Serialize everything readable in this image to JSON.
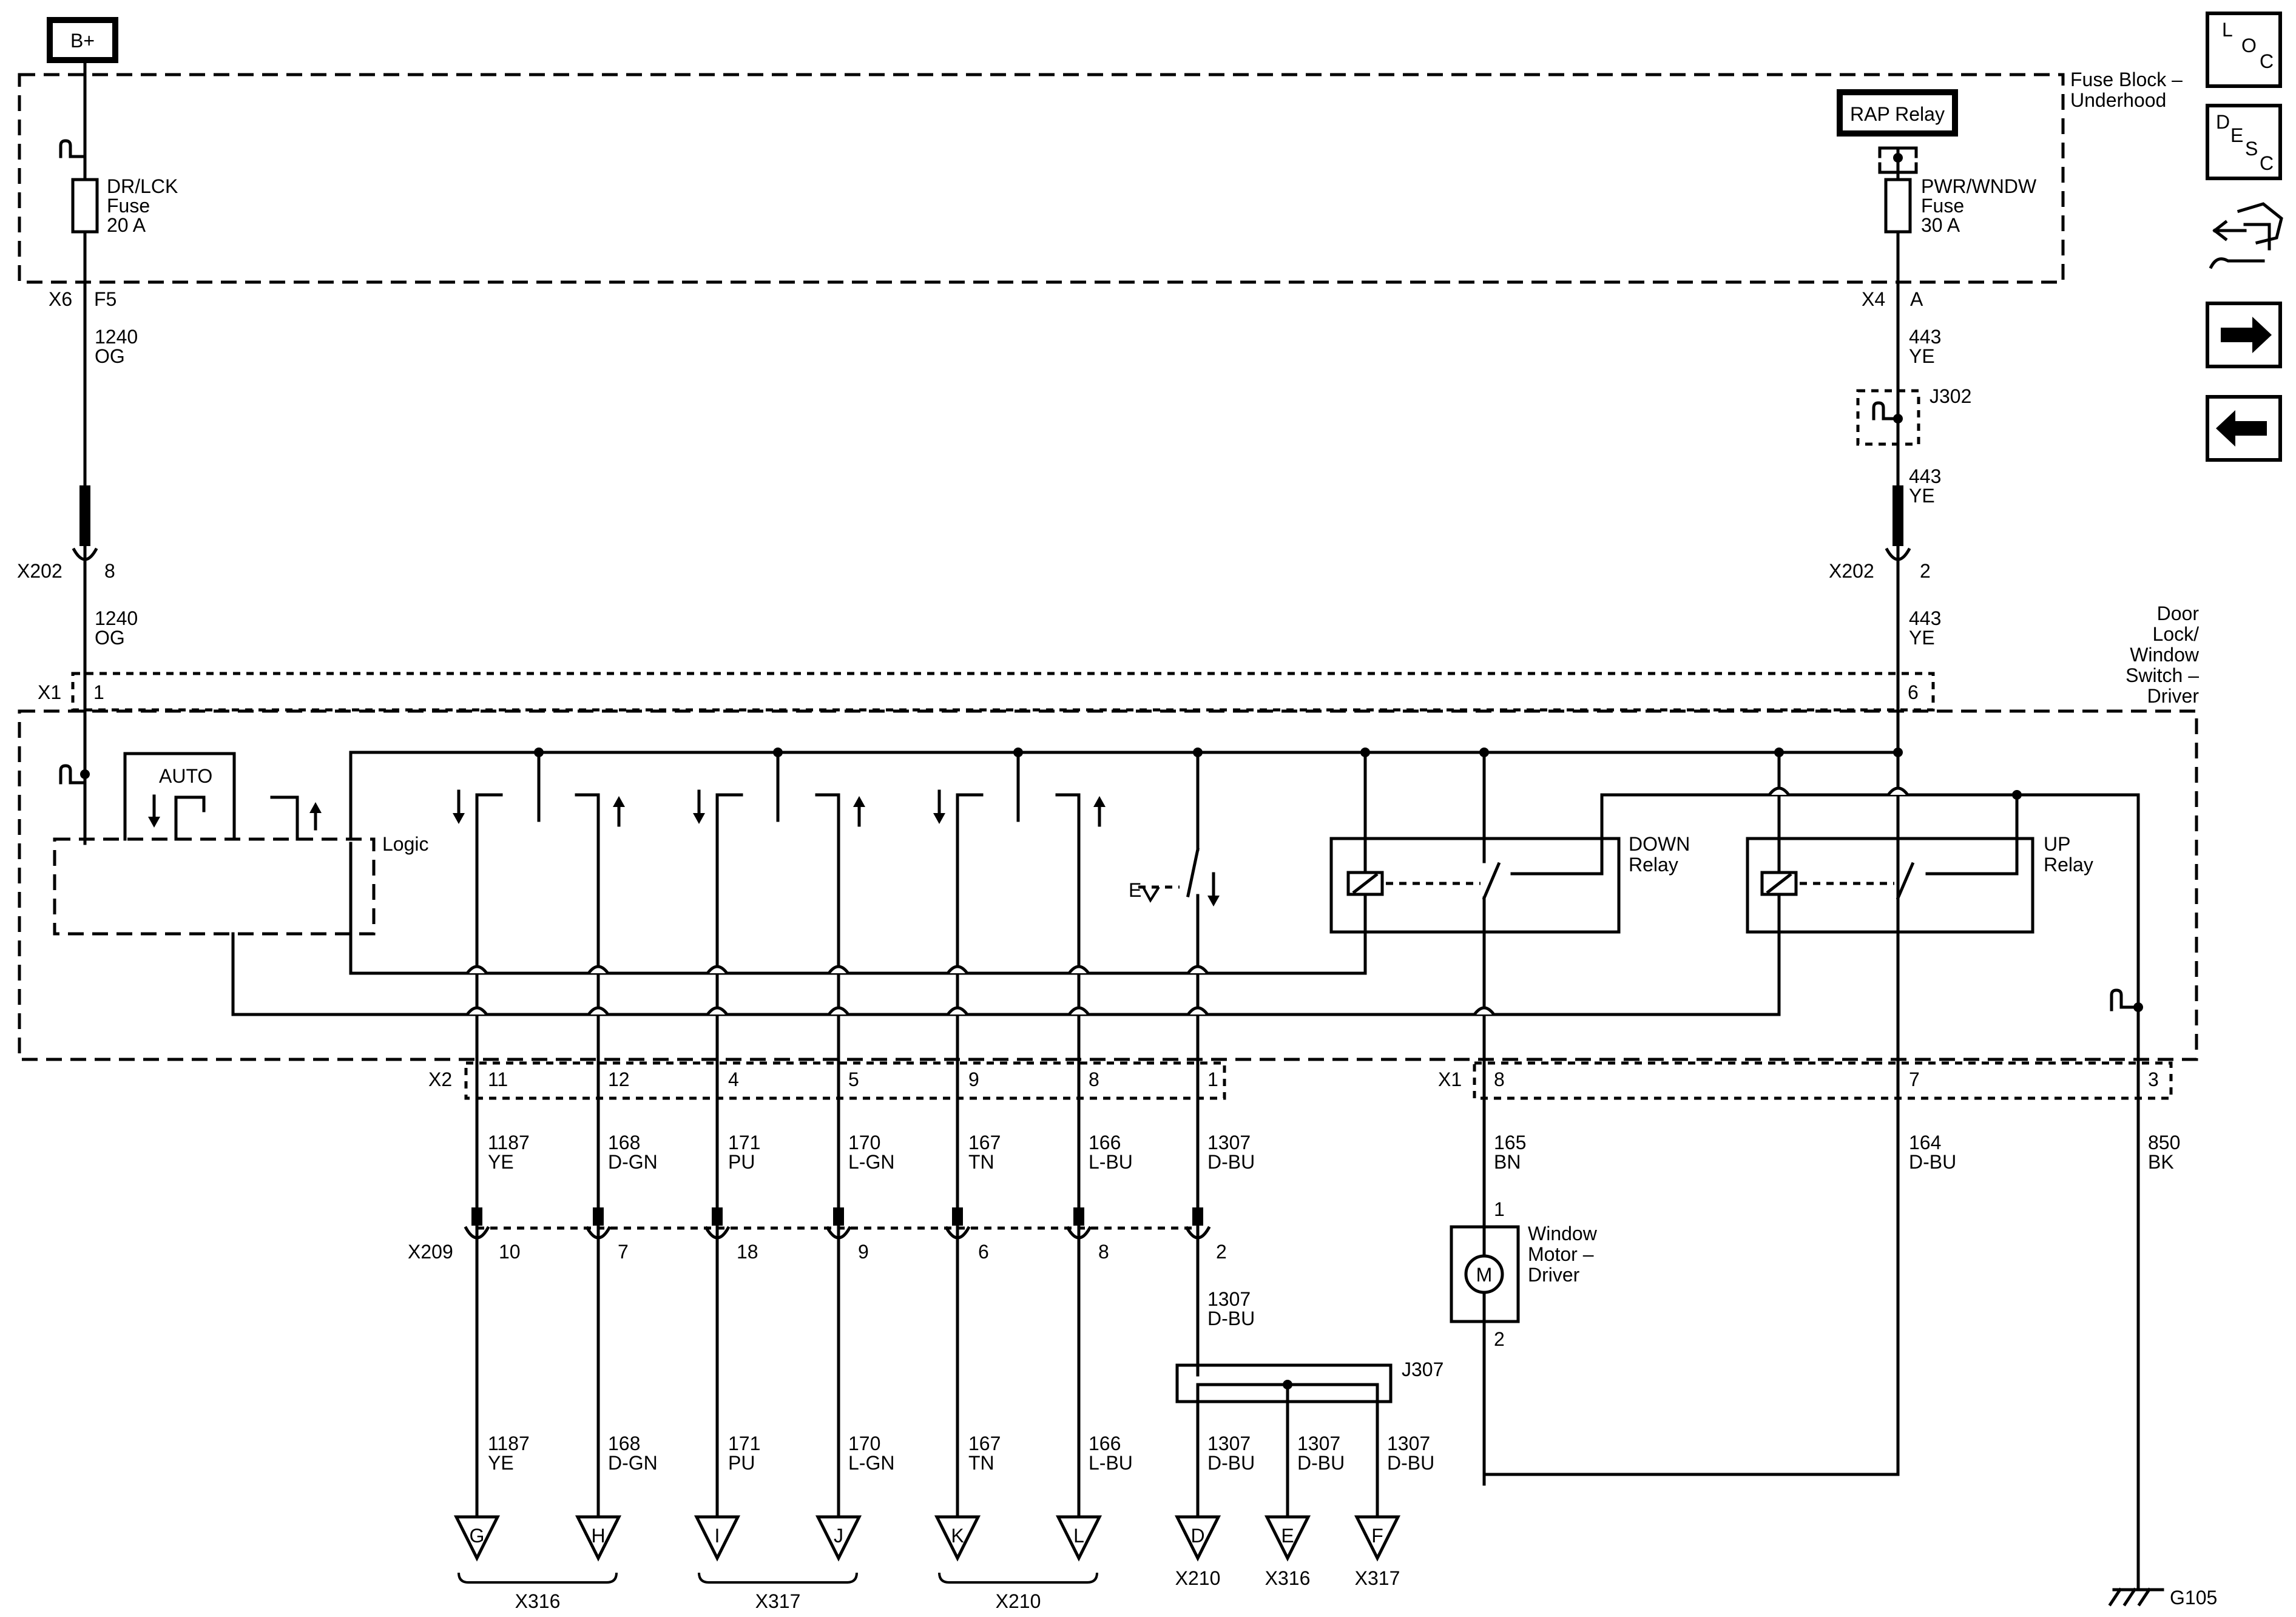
{
  "labels": {
    "bplus": "B+",
    "fuse_block_1": "Fuse Block –",
    "fuse_block_2": "Underhood",
    "rap_relay": "RAP Relay",
    "fuse_left_1": "DR/LCK",
    "fuse_left_2": "Fuse",
    "fuse_left_3": "20 A",
    "fuse_right_1": "PWR/WNDW",
    "fuse_right_2": "Fuse",
    "fuse_right_3": "30 A",
    "x6": "X6",
    "f5": "F5",
    "x4": "X4",
    "a": "A",
    "w1240a_1": "1240",
    "w1240a_2": "OG",
    "w1240b_1": "1240",
    "w1240b_2": "OG",
    "w443a_1": "443",
    "w443a_2": "YE",
    "w443b_1": "443",
    "w443b_2": "YE",
    "w443c_1": "443",
    "w443c_2": "YE",
    "j302": "J302",
    "x202_left": "X202",
    "x202_left_pin": "8",
    "x202_right": "X202",
    "x202_right_pin": "2",
    "switch_1": "Door",
    "switch_2": "Lock/",
    "switch_3": "Window",
    "switch_4": "Switch –",
    "switch_5": "Driver",
    "x1_top": "X1",
    "x1_top_pin1": "1",
    "x1_top_pin6": "6",
    "auto": "AUTO",
    "logic": "Logic",
    "down_relay_1": "DOWN",
    "down_relay_2": "Relay",
    "up_relay_1": "UP",
    "up_relay_2": "Relay",
    "x2": "X2",
    "x1_bottom": "X1",
    "x209": "X209",
    "j307": "J307",
    "motor_1": "Window",
    "motor_2": "Motor –",
    "motor_3": "Driver",
    "motor_m": "M",
    "motor_pin1": "1",
    "motor_pin2": "2",
    "g105": "G105"
  },
  "x2_pins": [
    "11",
    "12",
    "4",
    "5",
    "9",
    "8",
    "1"
  ],
  "x1_bottom_pins": [
    "8",
    "7",
    "3"
  ],
  "x209_pins": [
    "10",
    "7",
    "18",
    "9",
    "6",
    "8",
    "2"
  ],
  "mid_wires": [
    {
      "num": "1187",
      "color": "YE"
    },
    {
      "num": "168",
      "color": "D-GN"
    },
    {
      "num": "171",
      "color": "PU"
    },
    {
      "num": "170",
      "color": "L-GN"
    },
    {
      "num": "167",
      "color": "TN"
    },
    {
      "num": "166",
      "color": "L-BU"
    },
    {
      "num": "1307",
      "color": "D-BU"
    }
  ],
  "right_wires": [
    {
      "num": "165",
      "color": "BN"
    },
    {
      "num": "164",
      "color": "D-BU"
    },
    {
      "num": "850",
      "color": "BK"
    }
  ],
  "bottom_wires": [
    {
      "num": "1187",
      "color": "YE"
    },
    {
      "num": "168",
      "color": "D-GN"
    },
    {
      "num": "171",
      "color": "PU"
    },
    {
      "num": "170",
      "color": "L-GN"
    },
    {
      "num": "167",
      "color": "TN"
    },
    {
      "num": "166",
      "color": "L-BU"
    },
    {
      "num": "1307",
      "color": "D-BU"
    }
  ],
  "w1307_mid": {
    "num": "1307",
    "color": "D-BU"
  },
  "j307_wires": [
    {
      "num": "1307",
      "color": "D-BU"
    },
    {
      "num": "1307",
      "color": "D-BU"
    }
  ],
  "terminals": [
    "G",
    "H",
    "I",
    "J",
    "K",
    "L",
    "D",
    "E",
    "F"
  ],
  "term_connectors": [
    "X210",
    "X316",
    "X317"
  ],
  "group_labels": [
    "X316",
    "X317",
    "X210"
  ],
  "nav": {
    "loc": [
      "L",
      "O",
      "C"
    ],
    "desc": [
      "D",
      "E",
      "S",
      "C"
    ]
  },
  "icons": [
    "loc-icon",
    "desc-icon",
    "connector-tool-icon",
    "next-arrow-icon",
    "previous-arrow-icon"
  ]
}
